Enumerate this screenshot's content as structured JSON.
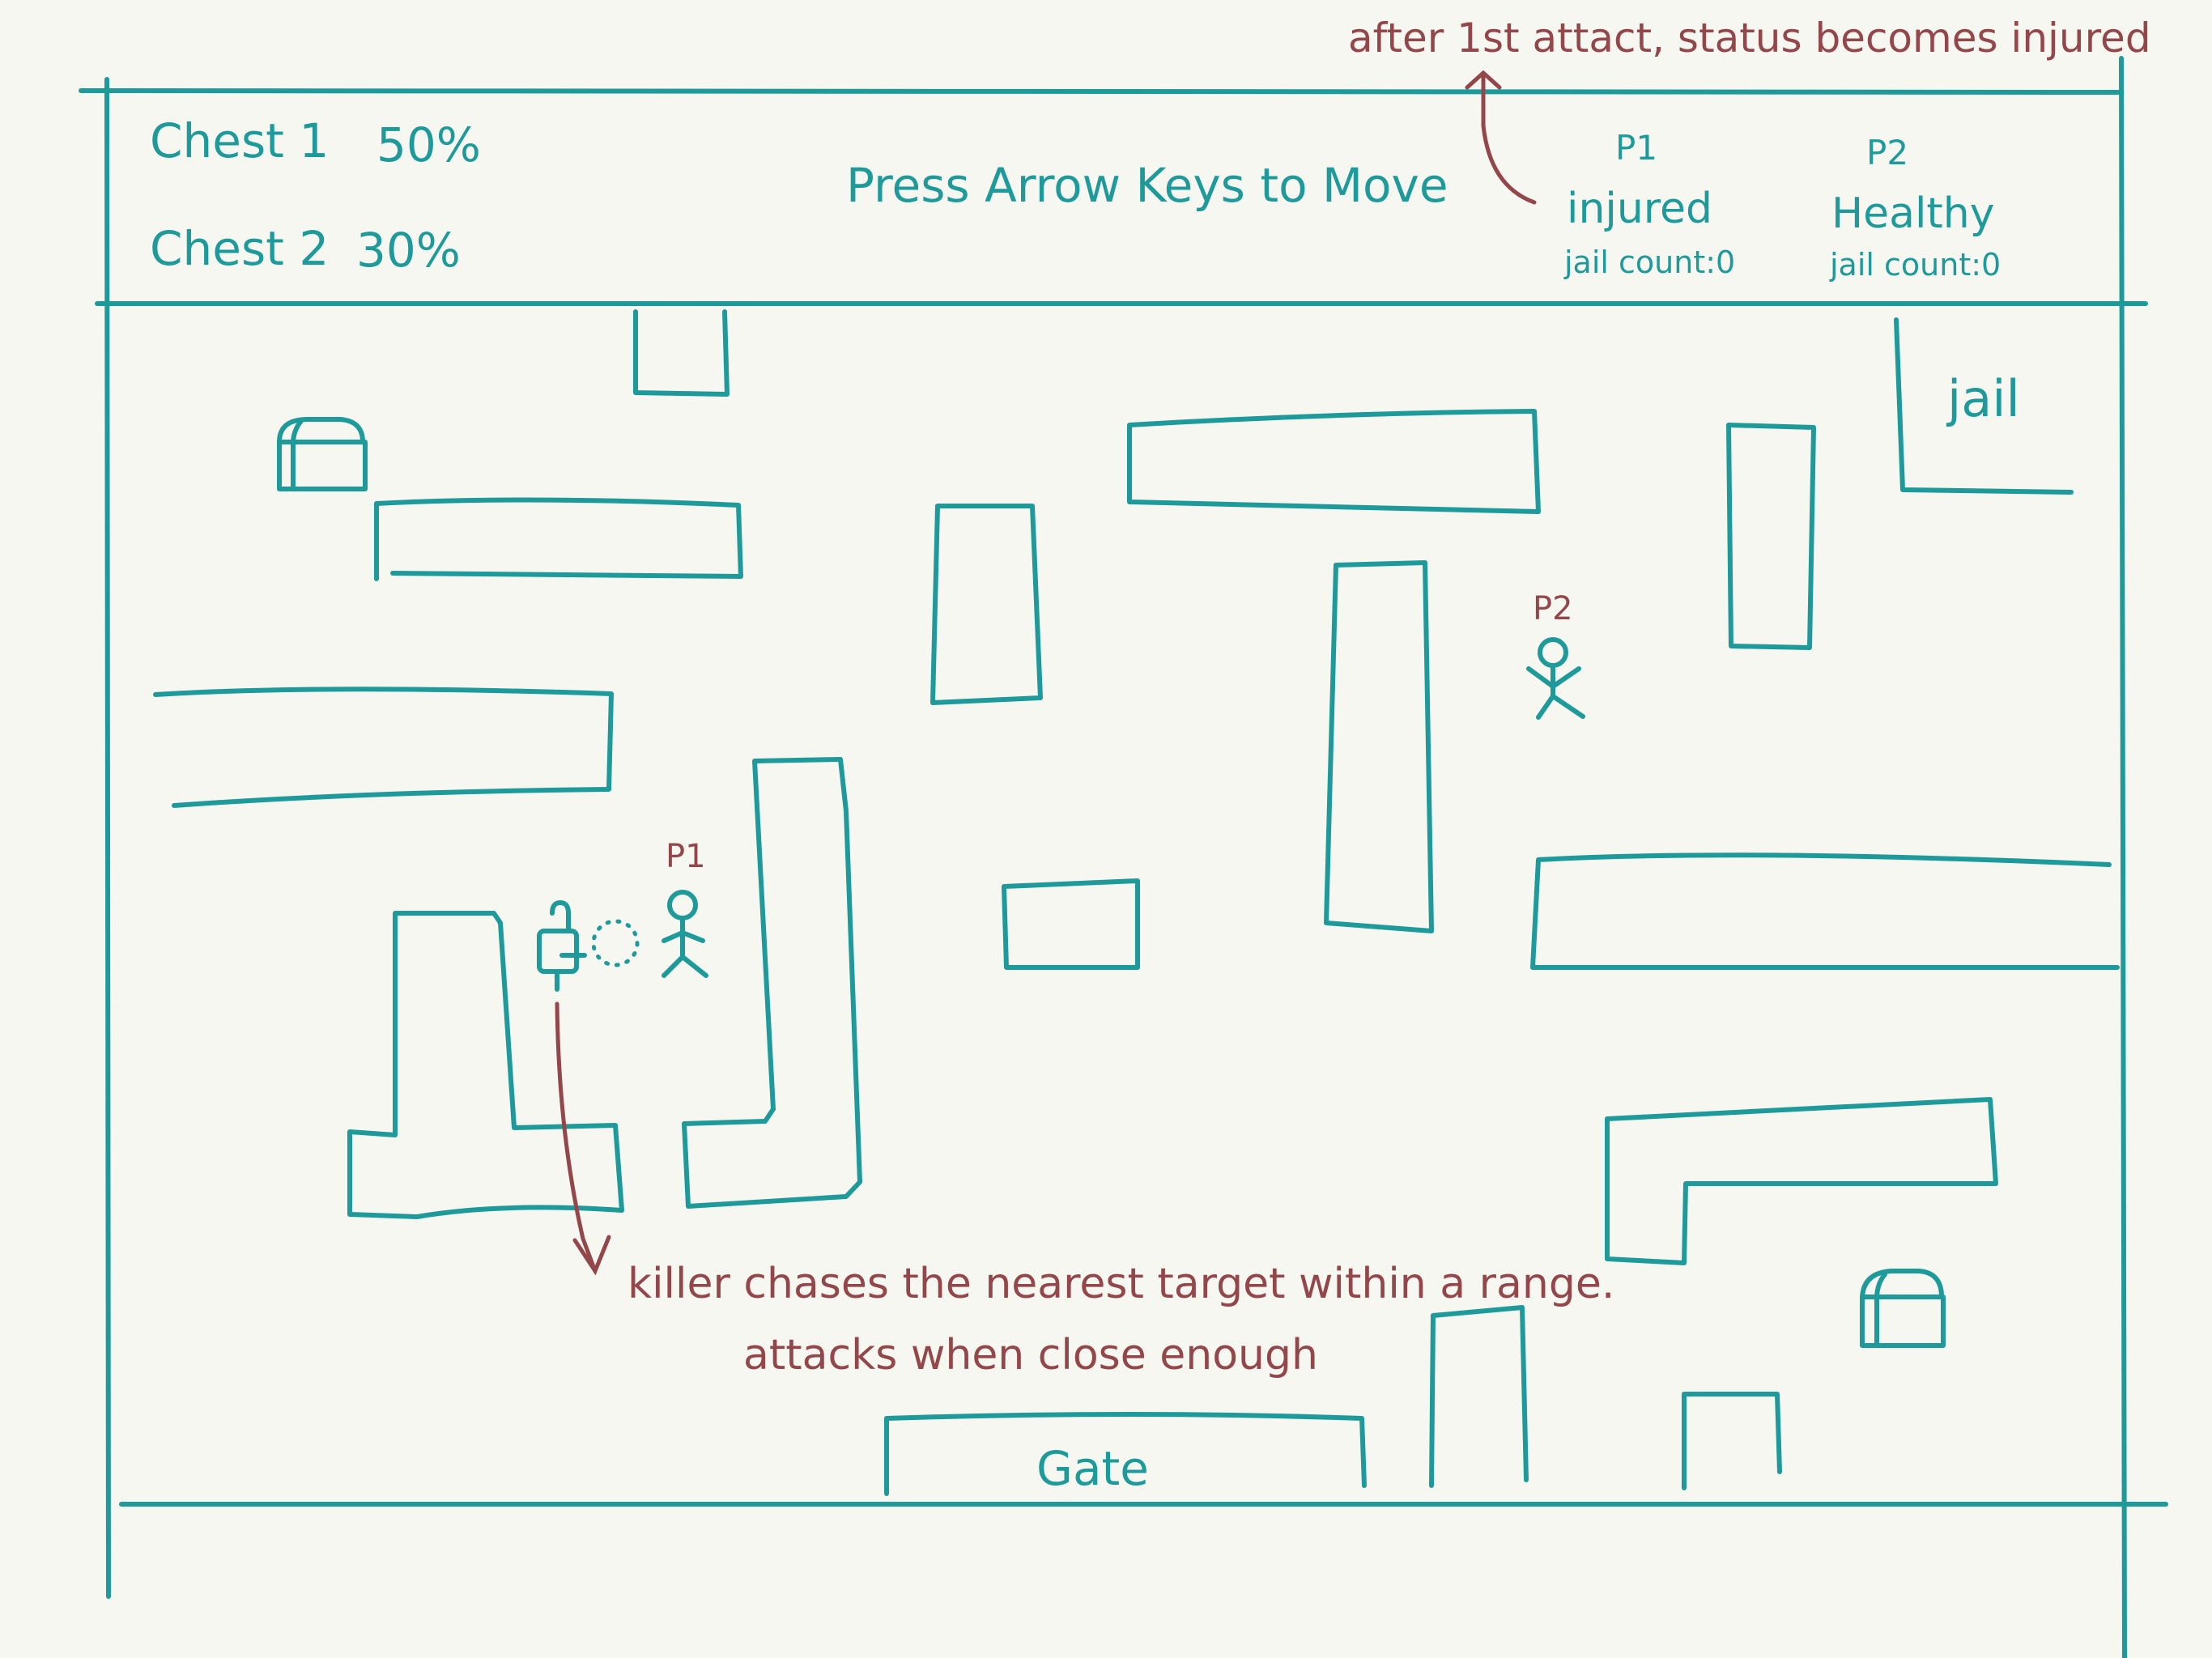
{
  "colors": {
    "ink": "#1f9a9a",
    "annotation": "#94474a",
    "paper": "#f7f7f2"
  },
  "hud": {
    "chests": [
      {
        "label": "Chest 1",
        "progress_text": "50%",
        "progress": 0.5
      },
      {
        "label": "Chest 2",
        "progress_text": "30%",
        "progress": 0.3
      }
    ],
    "instruction": "Press Arrow Keys to Move",
    "players": [
      {
        "id": "P1",
        "status": "injured",
        "jail_count": "jail count:0"
      },
      {
        "id": "P2",
        "status": "Healthy",
        "jail_count": "jail count:0"
      }
    ]
  },
  "map": {
    "jail_label": "jail",
    "gate_label": "Gate",
    "p1_tag": "P1",
    "p2_tag": "P2",
    "icons": [
      "chest-icon",
      "killer-icon",
      "player-icon",
      "attack-range-icon"
    ]
  },
  "notes": {
    "status_note": "after 1st attact, status becomes injured",
    "killer_note_line1": "killer chases the nearest target within a range.",
    "killer_note_line2": "attacks when close enough"
  }
}
